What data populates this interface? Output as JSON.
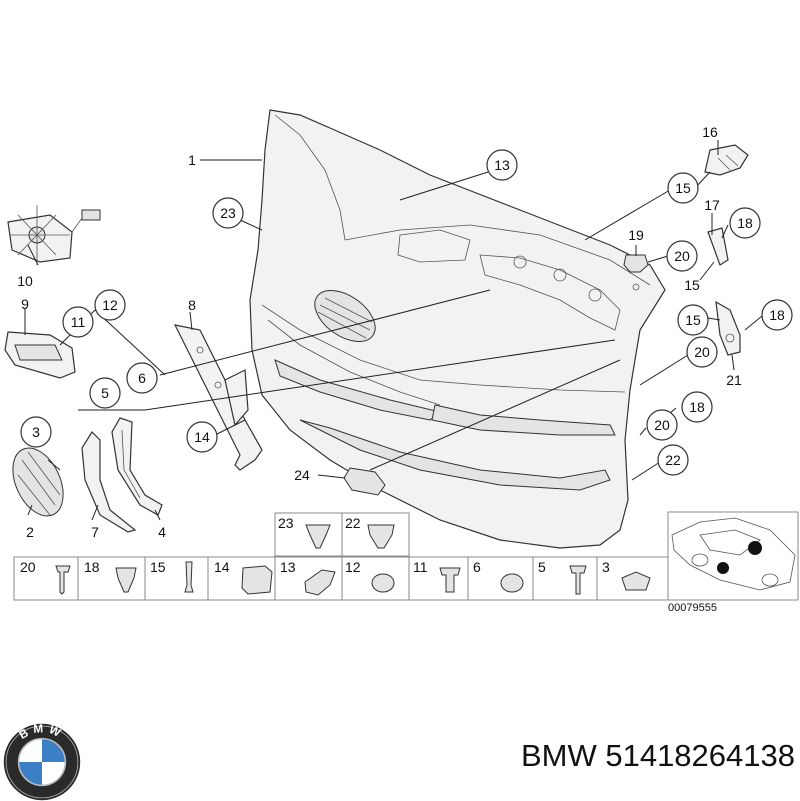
{
  "diagram": {
    "callouts": [
      {
        "id": "c1",
        "text": "1",
        "circled": false
      },
      {
        "id": "c13",
        "text": "13",
        "circled": true
      },
      {
        "id": "c23",
        "text": "23",
        "circled": true
      },
      {
        "id": "c10",
        "text": "10",
        "circled": false
      },
      {
        "id": "c9",
        "text": "9",
        "circled": false
      },
      {
        "id": "c11",
        "text": "11",
        "circled": true
      },
      {
        "id": "c12",
        "text": "12",
        "circled": true
      },
      {
        "id": "c8",
        "text": "8",
        "circled": false
      },
      {
        "id": "c6",
        "text": "6",
        "circled": true
      },
      {
        "id": "c5",
        "text": "5",
        "circled": true
      },
      {
        "id": "c3",
        "text": "3",
        "circled": true
      },
      {
        "id": "c2",
        "text": "2",
        "circled": false
      },
      {
        "id": "c7",
        "text": "7",
        "circled": false
      },
      {
        "id": "c4",
        "text": "4",
        "circled": false
      },
      {
        "id": "c14",
        "text": "14",
        "circled": true
      },
      {
        "id": "c24",
        "text": "24",
        "circled": false
      },
      {
        "id": "c16",
        "text": "16",
        "circled": false
      },
      {
        "id": "c15a",
        "text": "15",
        "circled": true
      },
      {
        "id": "c17",
        "text": "17",
        "circled": false
      },
      {
        "id": "c18a",
        "text": "18",
        "circled": true
      },
      {
        "id": "c19",
        "text": "19",
        "circled": false
      },
      {
        "id": "c20a",
        "text": "20",
        "circled": true
      },
      {
        "id": "c15b",
        "text": "15",
        "circled": false
      },
      {
        "id": "c15c",
        "text": "15",
        "circled": true
      },
      {
        "id": "c18b",
        "text": "18",
        "circled": true
      },
      {
        "id": "c20b",
        "text": "20",
        "circled": true
      },
      {
        "id": "c21",
        "text": "21",
        "circled": false
      },
      {
        "id": "c20c",
        "text": "20",
        "circled": true
      },
      {
        "id": "c18c",
        "text": "18",
        "circled": true
      },
      {
        "id": "c22",
        "text": "22",
        "circled": true
      }
    ],
    "fastener_top_row": [
      "23",
      "22"
    ],
    "fastener_bottom_row": [
      "20",
      "18",
      "15",
      "14",
      "13",
      "12",
      "11",
      "6",
      "5",
      "3"
    ],
    "reference_number": "00079555"
  },
  "brand_line": "BMW 51418264138",
  "logo": {
    "letters": "BMW",
    "colors": {
      "ring": "#222222",
      "blue": "#3b7fc4",
      "white": "#ffffff"
    }
  }
}
